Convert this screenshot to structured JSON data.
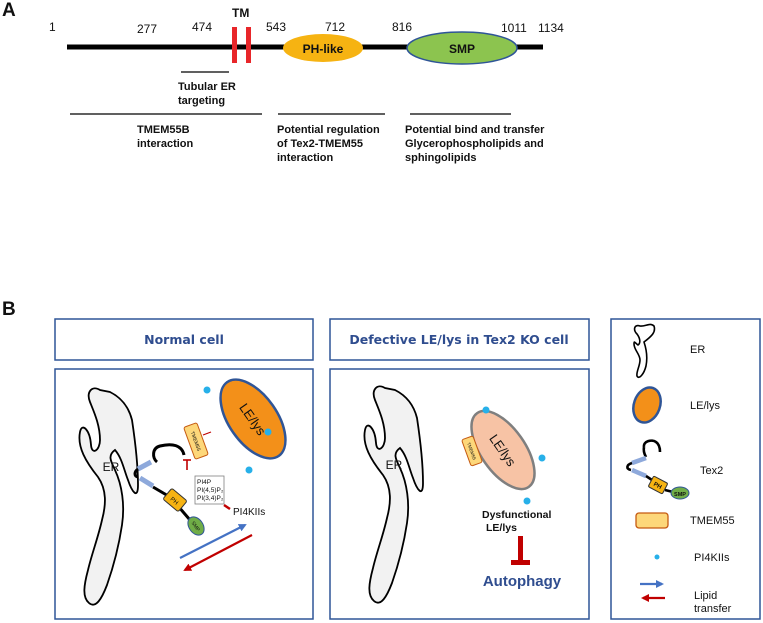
{
  "panel_a": {
    "label": "A",
    "positions": [
      "1",
      "277",
      "474",
      "543",
      "712",
      "816",
      "1011",
      "1134"
    ],
    "tm_label": "TM",
    "domains": {
      "ph_like": "PH-like",
      "smp": "SMP"
    },
    "annotations": {
      "tubular_er": [
        "Tubular ER",
        "targeting"
      ],
      "tmem55b": [
        "TMEM55B",
        "interaction"
      ],
      "regulation": [
        "Potential regulation",
        "of Tex2-TMEM55",
        "interaction"
      ],
      "transfer": [
        "Potential bind and transfer",
        "Glycerophospholipids and",
        "sphingolipids"
      ]
    },
    "colors": {
      "tm": "#e8262a",
      "ph_like": "#f6b312",
      "smp": "#8cc44f",
      "smp_border": "#2f5597"
    }
  },
  "panel_b": {
    "label": "B",
    "normal": {
      "title": "Normal cell",
      "er_label": "ER",
      "lys_label": "LE/lys",
      "tmem55_label": "TMEM55",
      "ph_label": "PH",
      "smp_label": "SMP",
      "lipids": [
        "PI4P",
        "PI(4,5)P₂",
        "PI(3,4)P₂"
      ],
      "pi4k_label": "PI4KIIs"
    },
    "ko": {
      "title": "Defective LE/lys in Tex2 KO cell",
      "er_label": "ER",
      "lys_label": "LE/lys",
      "tmem55_label": "TMEM55",
      "dysfunctional": [
        "Dysfunctional",
        "LE/lys"
      ],
      "autophagy": "Autophagy"
    },
    "legend": {
      "items": [
        {
          "icon": "er-icon",
          "label": "ER"
        },
        {
          "icon": "lysosome-icon",
          "label": "LE/lys"
        },
        {
          "icon": "tex2-icon",
          "label": "Tex2"
        },
        {
          "icon": "tmem55-icon",
          "label": "TMEM55"
        },
        {
          "icon": "pi4kii-dot-icon",
          "label": "PI4KIIs"
        },
        {
          "icon": "lipid-transfer-arrows-icon",
          "label": [
            "Lipid",
            "transfer"
          ]
        }
      ],
      "mini_ph": "PH",
      "mini_smp": "SMP"
    },
    "colors": {
      "frame": "#2f5597",
      "title_text": "#2f4d8f",
      "lys_normal": "#f39019",
      "lys_ko": "#f7c3a5",
      "tmem55": "#fdd77a",
      "pi4k": "#27b0e9",
      "arrow_blue": "#4472c4",
      "arrow_red": "#c00000",
      "er_fill": "#f2f2f2"
    }
  }
}
